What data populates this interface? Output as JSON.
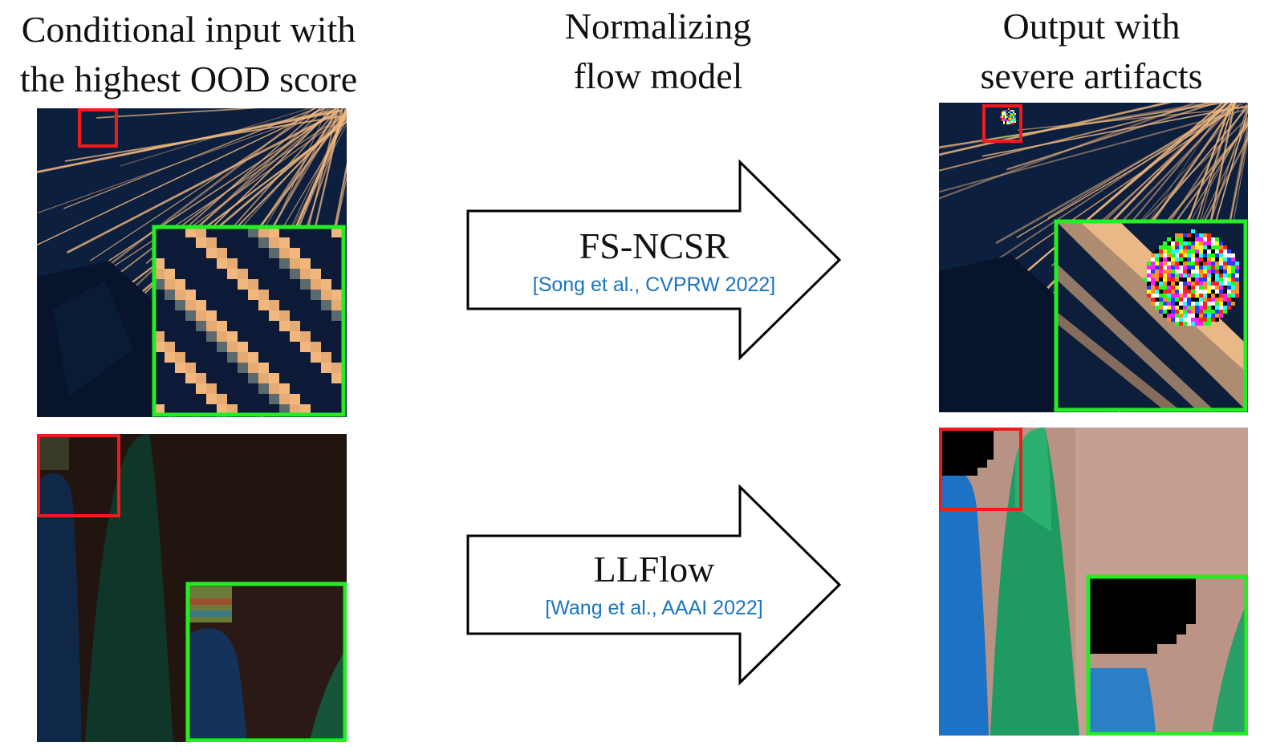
{
  "headings": {
    "left": [
      "Conditional input with",
      "the highest OOD score"
    ],
    "middle": [
      "Normalizing",
      "flow model"
    ],
    "right": [
      "Output with",
      "severe artifacts"
    ]
  },
  "arrows": [
    {
      "label": "FS-NCSR",
      "citation": "[Song et al., CVPRW 2022]"
    },
    {
      "label": "LLFlow",
      "citation": "[Wang et al., AAAI 2022]"
    }
  ],
  "colors": {
    "citation": "#1a73c2",
    "crop_box": "#ee1c1c",
    "zoom_box": "#22ee22",
    "night_sky": "#0d1f3f",
    "streak": "#f0b77e",
    "dark_room": "#221510",
    "wall": "#b89283",
    "blue_yarn": "#1c72c4",
    "green_yarn": "#1f9a63"
  }
}
